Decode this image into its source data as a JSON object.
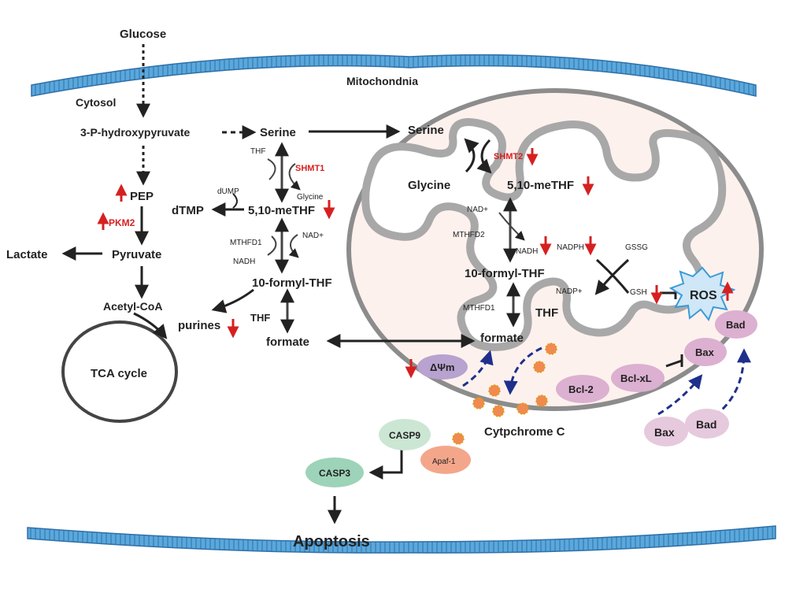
{
  "labels": {
    "glucose": "Glucose",
    "cytosol": "Cytosol",
    "mitochondria": "Mitochondnia",
    "hydroxypyruvate": "3-P-hydroxypyruvate",
    "serine_cyto": "Serine",
    "pep": "PEP",
    "pkm2": "PKM2",
    "pyruvate": "Pyruvate",
    "lactate": "Lactate",
    "acetyl_coa": "Acetyl-CoA",
    "tca": "TCA cycle",
    "thf_cyto": "THF",
    "shmt1": "SHMT1",
    "glycine_cyto": "Glycine",
    "dump": "dUMP",
    "dtmp": "dTMP",
    "methf_cyto": "5,10-meTHF",
    "mthfd1_cyto": "MTHFD1",
    "nadh_cyto": "NADH",
    "nadp_cyto": "NAD+",
    "formyl_cyto": "10-formyl-THF",
    "purines": "purines",
    "thf2_cyto": "THF",
    "formate_cyto": "formate",
    "serine_mito": "Serine",
    "shmt2": "SHMT2",
    "glycine_mito": "Glycine",
    "methf_mito": "5,10-meTHF",
    "nad_mito": "NAD+",
    "mthfd2": "MTHFD2",
    "nadh_mito": "NADH",
    "nadph": "NADPH",
    "gssg": "GSSG",
    "nadp_mito": "NADP+",
    "gsh": "GSH",
    "ros": "ROS",
    "formyl_mito": "10-formyl-THF",
    "mthfd1_mito": "MTHFD1",
    "thf_mito": "THF",
    "formate_mito": "formate",
    "dpsi": "ΔΨm",
    "bcl2": "Bcl-2",
    "bclxl": "Bcl-xL",
    "bax_mem": "Bax",
    "bad_mem": "Bad",
    "bax_out": "Bax",
    "bad_out": "Bad",
    "cytc": "Cytpchrome C",
    "casp9": "CASP9",
    "apaf1": "Apaf-1",
    "casp3": "CASP3",
    "apoptosis": "Apoptosis"
  },
  "colors": {
    "membrane": "#5aa8dc",
    "mito_outer": "#8c8c8c",
    "mito_fill": "#fdf1ee",
    "regulation": "#d62020",
    "transport": "#1f2f8c",
    "cytc_dot": "#f08a50",
    "bcl_protein": "#dcb0d0",
    "casp": "#b9dec9",
    "apaf1": "#f4a68b",
    "ros_fill": "#cfe7f7"
  }
}
